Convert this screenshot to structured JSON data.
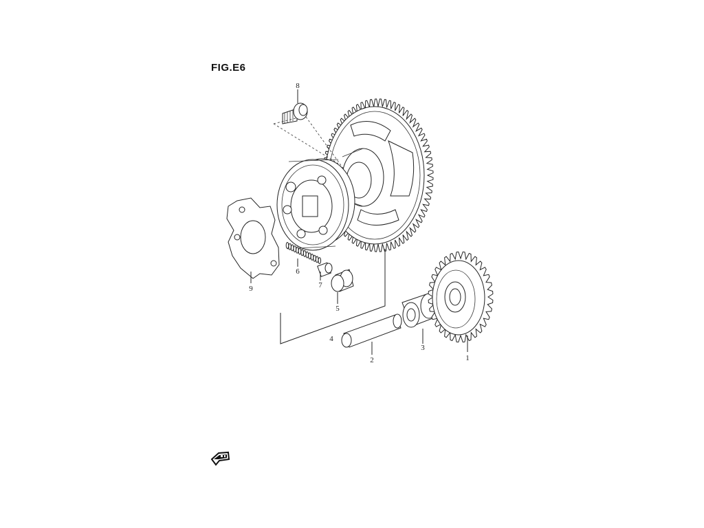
{
  "figure": {
    "title": "FIG.E6"
  },
  "callouts": {
    "c1": "1",
    "c2": "2",
    "c3": "3",
    "c4": "4",
    "c5": "5",
    "c6": "6",
    "c7": "7",
    "c8": "8",
    "c9": "9"
  },
  "icons": {
    "front_arrow": "front-direction-arrow-icon"
  },
  "colors": {
    "line": "#222222",
    "background": "#ffffff"
  }
}
